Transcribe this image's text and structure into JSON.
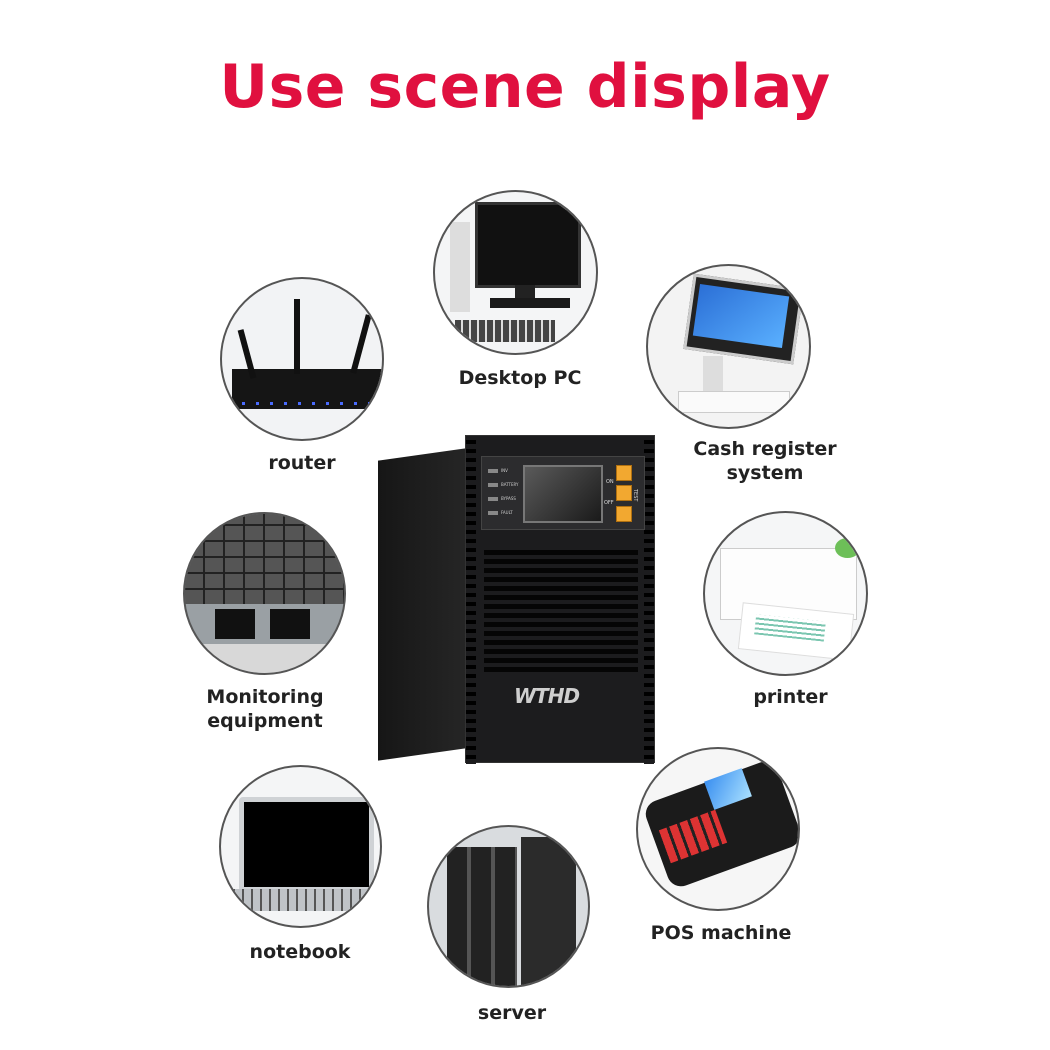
{
  "title": "Use scene display",
  "scenes": [
    {
      "id": "desktop-pc",
      "label": "Desktop PC"
    },
    {
      "id": "router",
      "label": "router"
    },
    {
      "id": "cash-register",
      "label": "Cash register system"
    },
    {
      "id": "monitoring",
      "label": "Monitoring equipment",
      "lines": [
        "Monitoring",
        "equipment"
      ]
    },
    {
      "id": "printer",
      "label": "printer"
    },
    {
      "id": "notebook",
      "label": "notebook"
    },
    {
      "id": "pos",
      "label": "POS machine"
    },
    {
      "id": "server",
      "label": "server"
    }
  ],
  "ups": {
    "logo": "WTHD",
    "indicators": [
      "INV",
      "BATTERY",
      "BYPASS",
      "FAULT"
    ],
    "button_labels": {
      "on": "ON",
      "off": "OFF",
      "test": "TEST"
    },
    "button_color": "#f2a830"
  },
  "colors": {
    "title": "#e0103f"
  }
}
